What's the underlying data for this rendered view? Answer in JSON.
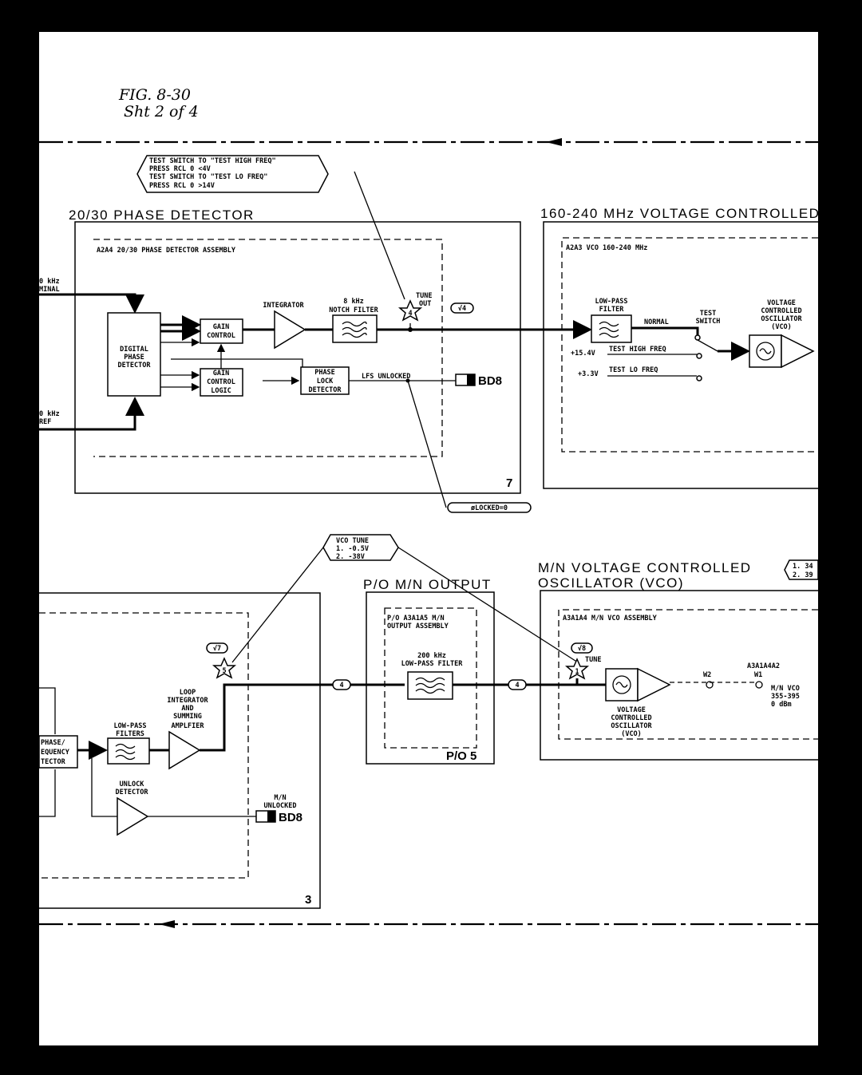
{
  "annotation": {
    "line1": "FIG. 8-30",
    "line2": "Sht 2 of 4"
  },
  "test_note": {
    "line1": "TEST SWITCH TO \"TEST HIGH FREQ\"",
    "line2": "PRESS RCL 0 <4V",
    "line3": "TEST SWITCH TO \"TEST LO FREQ\"",
    "line4": "PRESS RCL 0 >14V"
  },
  "phase_detector": {
    "title": "20/30 PHASE DETECTOR",
    "assembly": "A2A4 20/30 PHASE DETECTOR ASSEMBLY",
    "number": "7",
    "input_top": [
      "0 kHz",
      "MINAL"
    ],
    "input_bottom": [
      "0 kHz",
      "REF"
    ],
    "digital_detector": [
      "DIGITAL",
      "PHASE",
      "DETECTOR"
    ],
    "gain_control": [
      "GAIN",
      "CONTROL"
    ],
    "gain_control_logic": [
      "GAIN",
      "CONTROL",
      "LOGIC"
    ],
    "integrator": "INTEGRATOR",
    "notch_filter": [
      "8 kHz",
      "NOTCH FILTER"
    ],
    "lock_detector": [
      "PHASE",
      "LOCK",
      "DETECTOR"
    ],
    "tune_out": [
      "TUNE",
      "OUT"
    ],
    "testpoint_num": "4",
    "check_ref": "√4",
    "lfs_unlocked": "LFS UNLOCKED",
    "bd8": "BD8",
    "locked_flag": "øLOCKED=0"
  },
  "vco_160_240": {
    "title": "160-240 MHz VOLTAGE CONTROLLED",
    "assembly": "A2A3 VCO 160-240 MHz",
    "lowpass": [
      "LOW-PASS",
      "FILTER"
    ],
    "normal": "NORMAL",
    "test_switch": [
      "TEST",
      "SWITCH"
    ],
    "vco": [
      "VOLTAGE",
      "CONTROLLED",
      "OSCILLATOR",
      "(VCO)"
    ],
    "high_v": "+15.4V",
    "high_label": "TEST HIGH FREQ",
    "lo_v": "+3.3V",
    "lo_label": "TEST LO FREQ"
  },
  "vco_tune_note": {
    "line1": "VCO TUNE",
    "line2": "1. -0.5V",
    "line3": "2. -38V"
  },
  "loop_section": {
    "number": "3",
    "pfd": [
      "PHASE/",
      "EQUENCY",
      "TECTOR"
    ],
    "lowpass": [
      "LOW-PASS",
      "FILTERS"
    ],
    "integrator": [
      "LOOP",
      "INTEGRATOR",
      "AND",
      "SUMMING",
      "AMPLFIER"
    ],
    "unlock": [
      "UNLOCK",
      "DETECTOR"
    ],
    "unlocked": [
      "M/N",
      "UNLOCKED"
    ],
    "bd8": "BD8",
    "testpoint_num": "5",
    "check_ref": "√7"
  },
  "mn_output": {
    "title": "P/O M/N OUTPUT",
    "assembly": [
      "P/O A3A1A5 M/N",
      "OUTPUT ASSEMBLY"
    ],
    "filter": [
      "200 kHz",
      "LOW-PASS FILTER"
    ],
    "po": "P/O 5",
    "conn": "4"
  },
  "mn_vco": {
    "title_line1": "M/N VOLTAGE CONTROLLED",
    "title_line2": "OSCILLATOR (VCO)",
    "assembly": "A3A1A4 M/N VCO ASSEMBLY",
    "check_ref": "√8",
    "tune": "TUNE",
    "testpoint_num": "1",
    "vco": [
      "VOLTAGE",
      "CONTROLLED",
      "OSCILLATOR",
      "(VCO)"
    ],
    "w2": "W2",
    "a3": "A3A1A4A2",
    "w1": "W1",
    "out": [
      "M/N VCO",
      "355-395",
      "0 dBm"
    ],
    "side_note": [
      "1. 34",
      "2. 39"
    ]
  }
}
